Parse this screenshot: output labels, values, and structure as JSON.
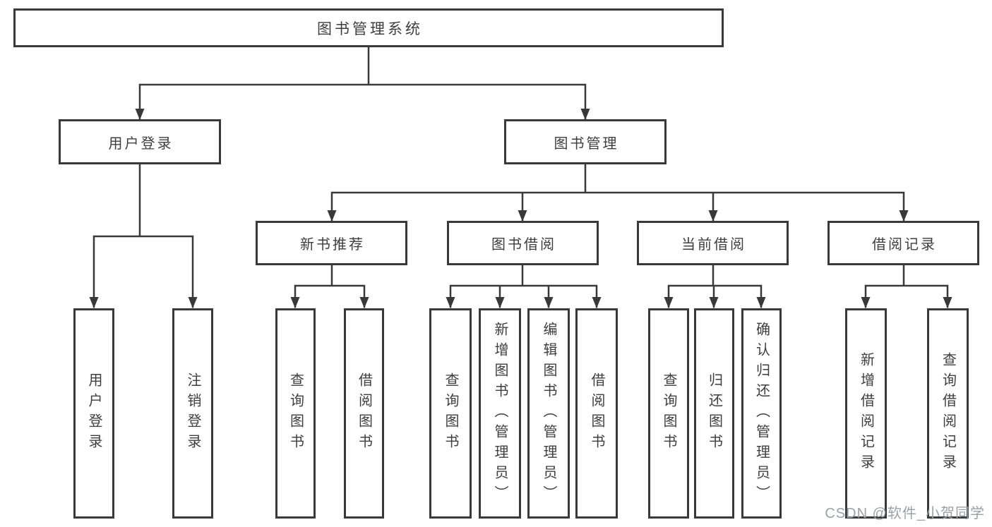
{
  "tree": {
    "root": {
      "label": "图书管理系统",
      "children": [
        {
          "label": "用户登录",
          "children": [
            {
              "label": "用户登录"
            },
            {
              "label": "注销登录"
            }
          ]
        },
        {
          "label": "图书管理",
          "children": [
            {
              "label": "新书推荐",
              "children": [
                {
                  "label": "查询图书"
                },
                {
                  "label": "借阅图书"
                }
              ]
            },
            {
              "label": "图书借阅",
              "children": [
                {
                  "label": "查询图书"
                },
                {
                  "label": "新增图书（管理员）"
                },
                {
                  "label": "编辑图书（管理员）"
                },
                {
                  "label": "借阅图书"
                }
              ]
            },
            {
              "label": "当前借阅",
              "children": [
                {
                  "label": "查询图书"
                },
                {
                  "label": "归还图书"
                },
                {
                  "label": "确认归还（管理员）"
                }
              ]
            },
            {
              "label": "借阅记录",
              "children": [
                {
                  "label": "新增借阅记录"
                },
                {
                  "label": "查询借阅记录"
                }
              ]
            }
          ]
        }
      ]
    }
  },
  "watermark": "CSDN @软件_小贺同学",
  "colors": {
    "line": "#393939",
    "box_border": "#393939",
    "text": "#3e3e3e",
    "background": "#ffffff",
    "watermark": "#9b9fa8"
  }
}
